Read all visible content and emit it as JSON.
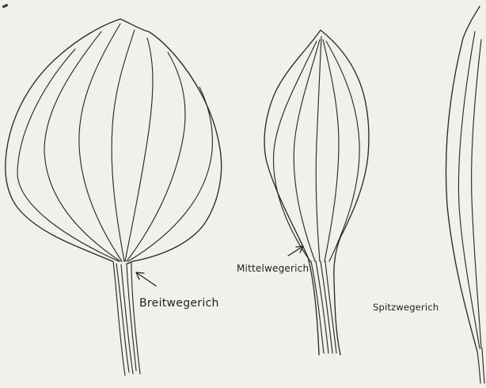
{
  "labels": {
    "breitwegerich": "Breitwegerich",
    "mittelwegerich": "Mittelwegerich",
    "spitzwegerich": "Spitzwegerich"
  }
}
